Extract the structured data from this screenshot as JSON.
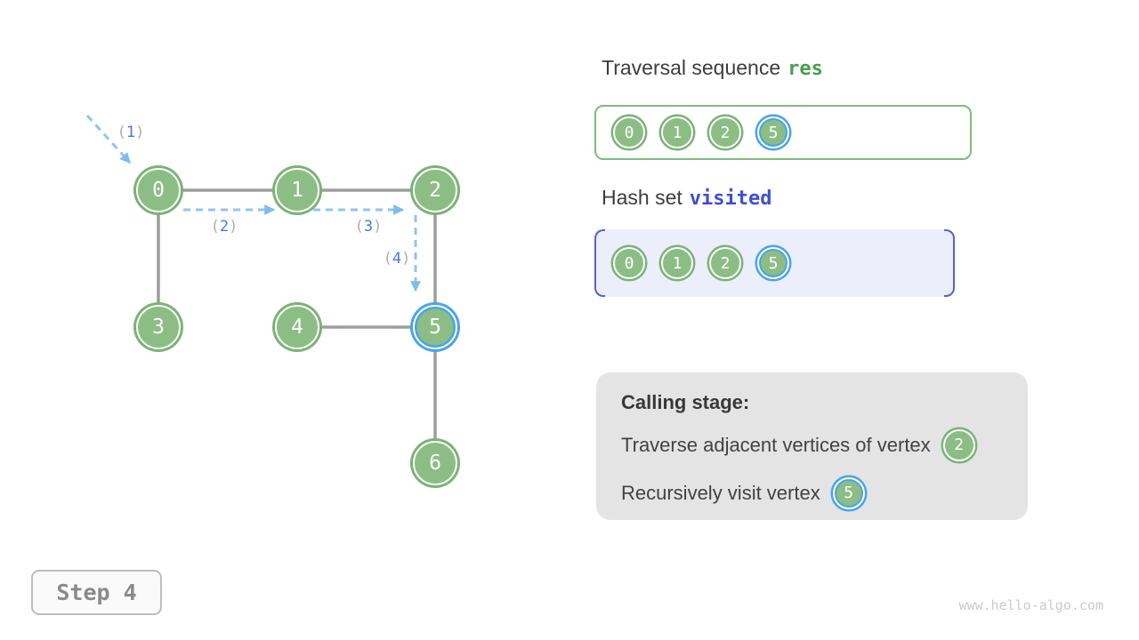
{
  "graph": {
    "nodes": [
      {
        "label": "0",
        "highlighted": false
      },
      {
        "label": "1",
        "highlighted": false
      },
      {
        "label": "2",
        "highlighted": false
      },
      {
        "label": "3",
        "highlighted": false
      },
      {
        "label": "4",
        "highlighted": false
      },
      {
        "label": "5",
        "highlighted": true
      },
      {
        "label": "6",
        "highlighted": false
      }
    ],
    "edges": [
      "0-1",
      "1-2",
      "0-3",
      "2-5",
      "4-5",
      "5-6"
    ],
    "paren_open": "(",
    "paren_close": ")",
    "arrow_labels": [
      {
        "num": "1"
      },
      {
        "num": "2"
      },
      {
        "num": "3"
      },
      {
        "num": "4"
      }
    ]
  },
  "res_panel": {
    "title_prefix": "Traversal sequence",
    "title_code": "res",
    "items": [
      {
        "label": "0",
        "highlighted": false
      },
      {
        "label": "1",
        "highlighted": false
      },
      {
        "label": "2",
        "highlighted": false
      },
      {
        "label": "5",
        "highlighted": true
      }
    ]
  },
  "visited_panel": {
    "title_prefix": "Hash set",
    "title_code": "visited",
    "items": [
      {
        "label": "0",
        "highlighted": false
      },
      {
        "label": "1",
        "highlighted": false
      },
      {
        "label": "2",
        "highlighted": false
      },
      {
        "label": "5",
        "highlighted": true
      }
    ]
  },
  "calling_panel": {
    "heading": "Calling stage:",
    "line1_text": "Traverse adjacent vertices of vertex",
    "line1_vertex": "2",
    "line2_text": "Recursively visit vertex",
    "line2_vertex": "5"
  },
  "step_badge": {
    "label": "Step 4"
  },
  "watermark": "www.hello-algo.com",
  "colors": {
    "node_green_fill": "#8CBD85",
    "node_green_ring": "#7AB374",
    "highlight_blue_ring": "#47A4EC",
    "traversal_arrow_blue": "#8FC5F1",
    "arrow_label_blue": "#3E7EDA",
    "paren_gray": "#AEAEAE",
    "edge_gray": "#9D9D9D",
    "res_code_green": "#4A9E4F",
    "visited_code_indigo": "#3D4FD0",
    "visited_bracket_indigo": "#5463C8",
    "visited_bg": "#ECEFFB",
    "res_border_green": "#7CBD7C",
    "calling_bg": "#E4E4E4",
    "text_dark": "#3D3D3D"
  }
}
